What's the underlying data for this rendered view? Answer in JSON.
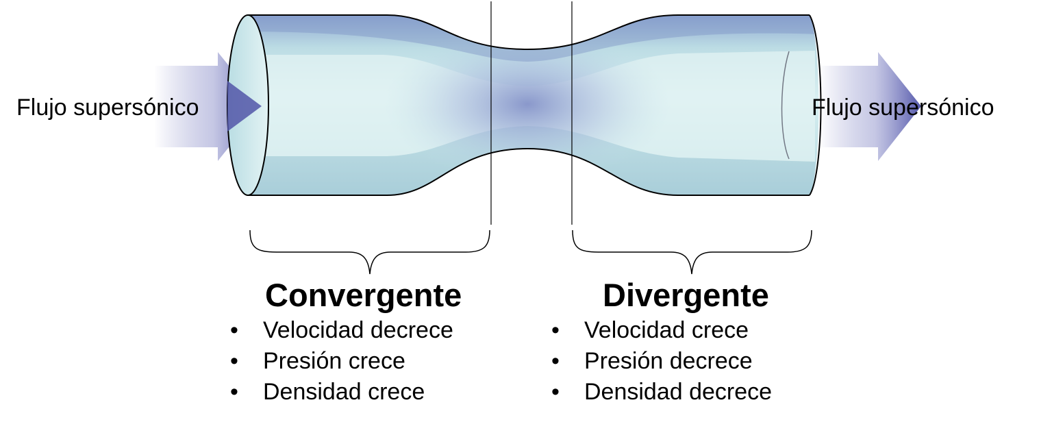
{
  "inlet_label": "Flujo supersónico",
  "outlet_label": "Flujo supersónico",
  "convergent": {
    "title": "Convergente",
    "bullet": "•",
    "items": [
      "Velocidad decrece",
      "Presión crece",
      "Densidad crece"
    ]
  },
  "divergent": {
    "title": "Divergente",
    "bullet": "•",
    "items": [
      "Velocidad crece",
      "Presión decrece",
      "Densidad decrece"
    ]
  },
  "colors": {
    "tube_light": "#d6eef0",
    "tube_mid": "#b4d8e0",
    "tube_dark": "#7f96c6",
    "throat_glow": "#8e9fd0",
    "arrow": "#5a5fb0",
    "stroke": "#000000"
  }
}
